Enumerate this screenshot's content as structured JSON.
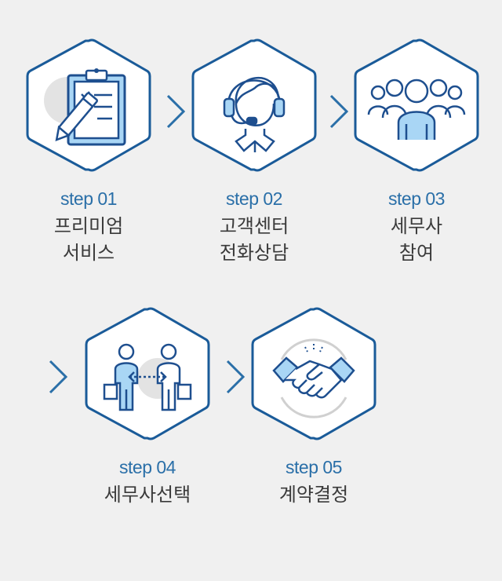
{
  "steps": [
    {
      "label": "step 01",
      "line1": "프리미엄",
      "line2": "서비스",
      "icon": "clipboard-icon"
    },
    {
      "label": "step 02",
      "line1": "고객센터",
      "line2": "전화상담",
      "icon": "headset-agent-icon"
    },
    {
      "label": "step 03",
      "line1": "세무사",
      "line2": "참여",
      "icon": "group-people-icon"
    },
    {
      "label": "step 04",
      "line1": "세무사선택",
      "line2": "",
      "icon": "two-people-choose-icon"
    },
    {
      "label": "step 05",
      "line1": "계약결정",
      "line2": "",
      "icon": "handshake-icon"
    }
  ],
  "colors": {
    "background": "#f0f0f0",
    "hex_border": "#1a5b99",
    "icon_stroke": "#1e4f8f",
    "icon_fill": "#a9d6f5",
    "label": "#2a6fa8",
    "text": "#3a3a3a",
    "arrow": "#2a6fa8"
  }
}
